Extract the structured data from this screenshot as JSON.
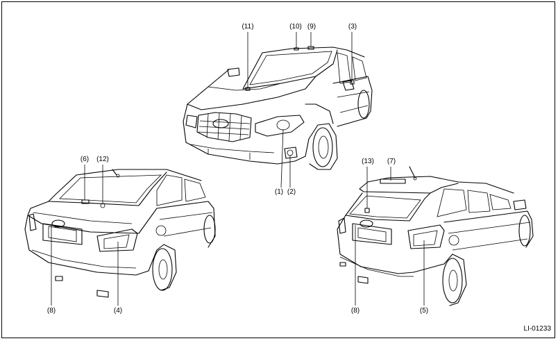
{
  "figure_code": "LI-01233",
  "callouts": [
    {
      "id": "c1",
      "text": "(1)"
    },
    {
      "id": "c2",
      "text": "(2)"
    },
    {
      "id": "c3",
      "text": "(3)"
    },
    {
      "id": "c4",
      "text": "(4)"
    },
    {
      "id": "c5",
      "text": "(5)"
    },
    {
      "id": "c6",
      "text": "(6)"
    },
    {
      "id": "c7",
      "text": "(7)"
    },
    {
      "id": "c8a",
      "text": "(8)"
    },
    {
      "id": "c8b",
      "text": "(8)"
    },
    {
      "id": "c9",
      "text": "(9)"
    },
    {
      "id": "c10",
      "text": "(10)"
    },
    {
      "id": "c11",
      "text": "(11)"
    },
    {
      "id": "c12",
      "text": "(12)"
    },
    {
      "id": "c13",
      "text": "(13)"
    }
  ]
}
